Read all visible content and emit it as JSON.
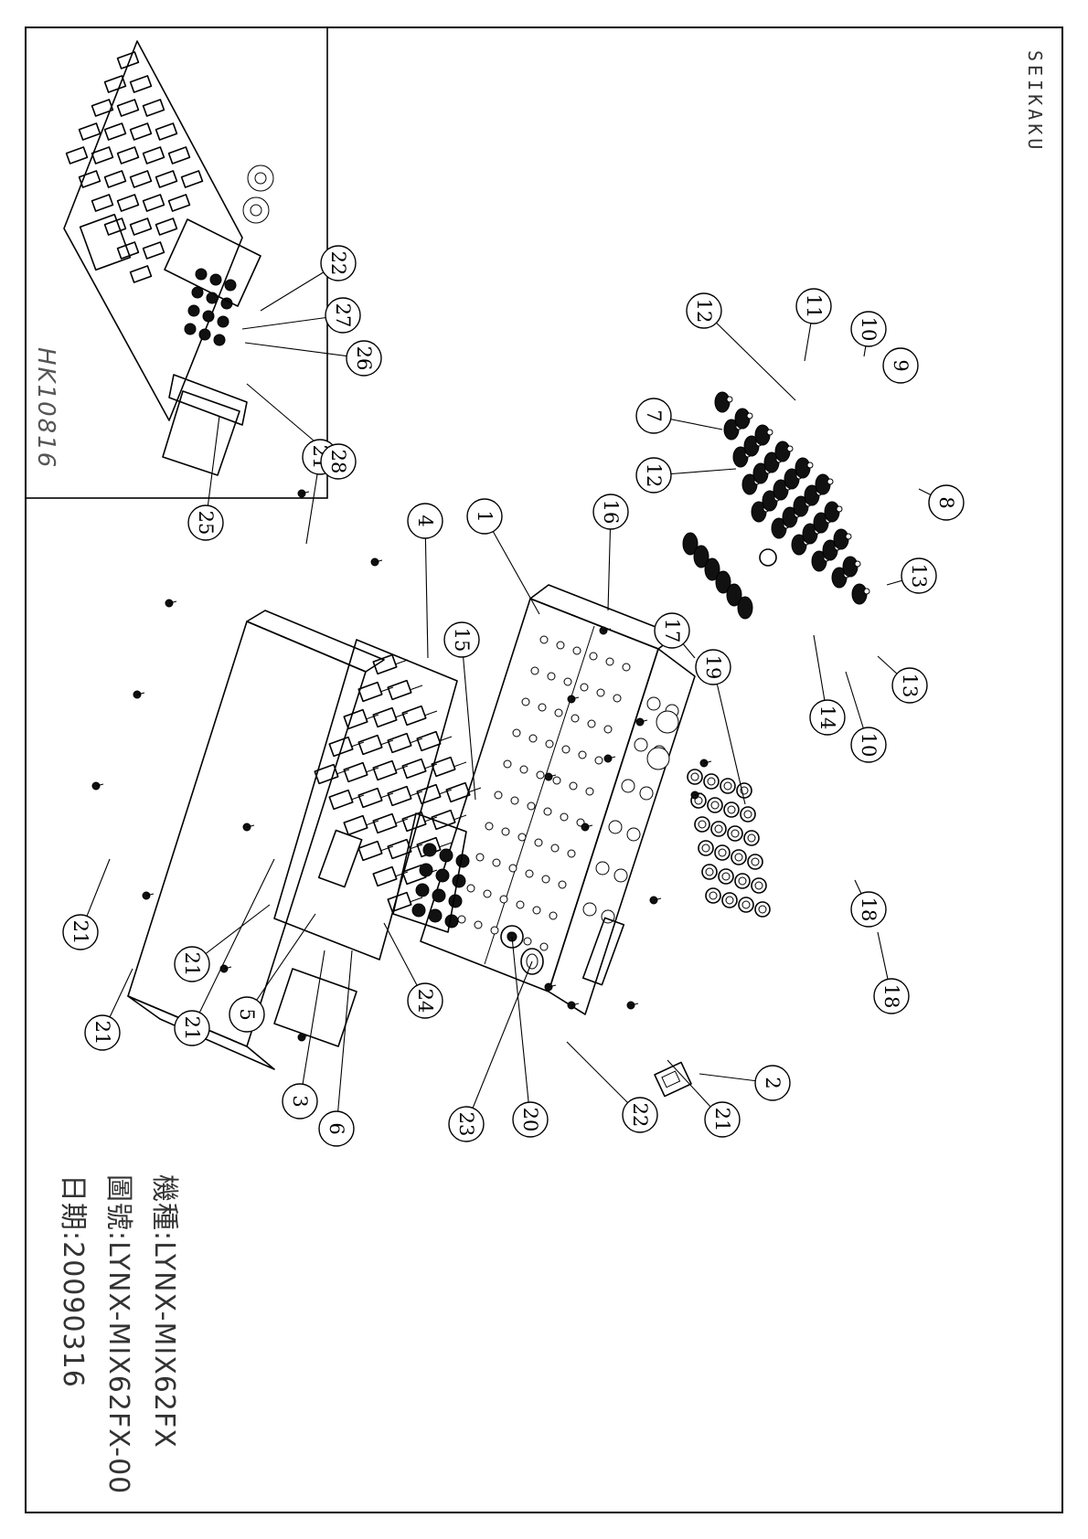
{
  "title_block": {
    "model": "機種:LYNX-MIX62FX",
    "drawing_no": "圖號:LYNX-MIX62FX-00",
    "date": "日期:20090316"
  },
  "brand": "SEIKAKU",
  "inset": {
    "label": "HK10816"
  },
  "balloons": [
    "1",
    "2",
    "3",
    "4",
    "5",
    "6",
    "7",
    "8",
    "9",
    "10",
    "10",
    "11",
    "12",
    "12",
    "13",
    "13",
    "14",
    "15",
    "16",
    "17",
    "18",
    "18",
    "19",
    "20",
    "21",
    "21",
    "21",
    "21",
    "21",
    "21",
    "22",
    "22",
    "23",
    "24",
    "25",
    "26",
    "27",
    "28"
  ]
}
